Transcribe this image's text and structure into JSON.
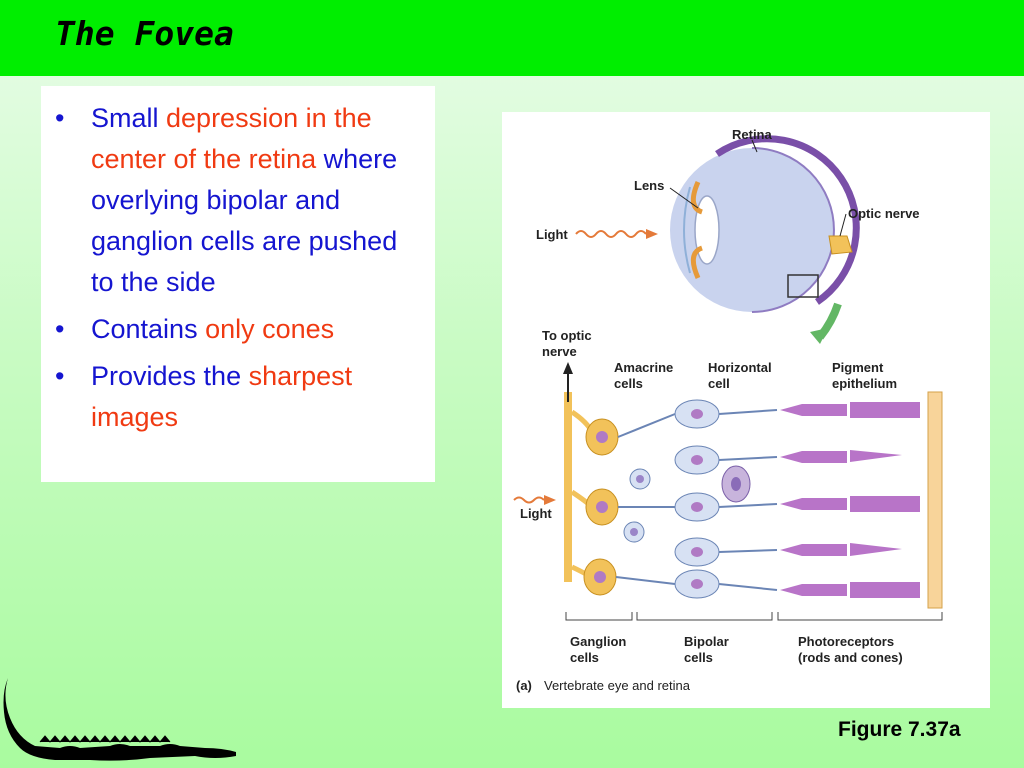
{
  "slide": {
    "title": "The Fovea",
    "bullets": [
      {
        "segments": [
          {
            "text": "Small ",
            "hl": false
          },
          {
            "text": "depression in the center of the retina",
            "hl": true
          },
          {
            "text": " where overlying bipolar and ganglion cells are pushed to the side",
            "hl": false
          }
        ]
      },
      {
        "segments": [
          {
            "text": "Contains ",
            "hl": false
          },
          {
            "text": "only cones",
            "hl": true
          }
        ]
      },
      {
        "segments": [
          {
            "text": "Provides the ",
            "hl": false
          },
          {
            "text": "sharpest images",
            "hl": true
          }
        ]
      }
    ],
    "figure_caption": "Figure 7.37a"
  },
  "figure": {
    "labels": {
      "retina": "Retina",
      "lens": "Lens",
      "optic_nerve": "Optic nerve",
      "light_top": "Light",
      "to_optic": "To optic",
      "nerve": "nerve",
      "amacrine": "Amacrine",
      "amacrine_cells": "cells",
      "horizontal": "Horizontal",
      "horizontal_cell": "cell",
      "pigment": "Pigment",
      "epithelium": "epithelium",
      "light_bottom": "Light",
      "ganglion": "Ganglion",
      "ganglion_cells": "cells",
      "bipolar": "Bipolar",
      "bipolar_cells": "cells",
      "photoreceptors": "Photoreceptors",
      "rods_cones": "(rods and cones)",
      "panel_letter": "(a)",
      "panel_title": "Vertebrate eye and retina"
    },
    "colors": {
      "eyeball": "#c9d3ee",
      "retina": "#7a4fa8",
      "ganglion": "#f2c25a",
      "bipolar": "#d7e1f3",
      "photoreceptor": "#b874c8",
      "pigment": "#f8d49a",
      "arrow": "#63b765",
      "light": "#e47a3a"
    }
  },
  "logo": {
    "icon": "crocodile-silhouette-icon"
  },
  "colors": {
    "header": "#00ee00",
    "body_text": "#1515d0",
    "highlight": "#f03a12"
  }
}
